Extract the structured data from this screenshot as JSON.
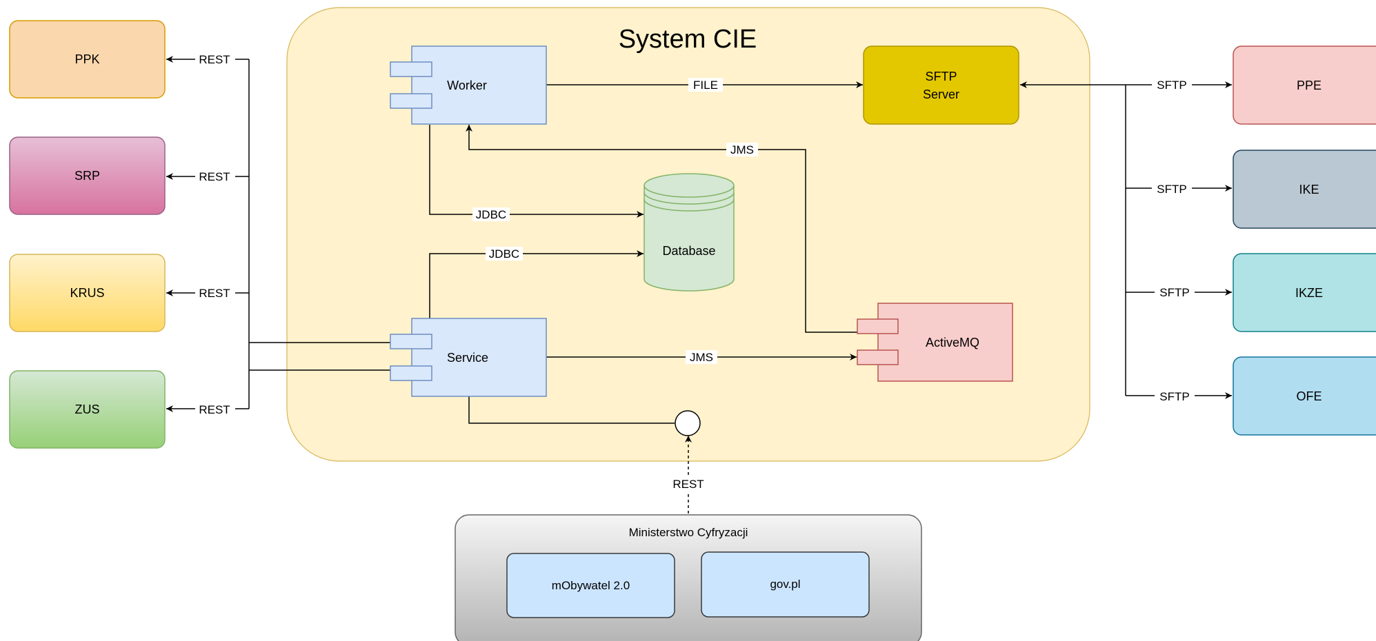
{
  "system": {
    "title": "System CIE"
  },
  "components": {
    "worker": "Worker",
    "service": "Service",
    "activemq": "ActiveMQ",
    "database": "Database",
    "sftp_line1": "SFTP",
    "sftp_line2": "Server"
  },
  "left_systems": [
    "PPK",
    "SRP",
    "KRUS",
    "ZUS"
  ],
  "right_systems": [
    "PPE",
    "IKE",
    "IKZE",
    "OFE"
  ],
  "ministry": {
    "title": "Ministerstwo Cyfryzacji",
    "apps": [
      "mObywatel 2.0",
      "gov.pl"
    ]
  },
  "edge_labels": {
    "file": "FILE",
    "jms_worker": "JMS",
    "jms_service": "JMS",
    "jdbc_worker": "JDBC",
    "jdbc_service": "JDBC",
    "rest_ppk": "REST",
    "rest_srp": "REST",
    "rest_krus": "REST",
    "rest_zus": "REST",
    "sftp_ppe": "SFTP",
    "sftp_ike": "SFTP",
    "sftp_ikze": "SFTP",
    "sftp_ofe": "SFTP",
    "rest_ministry": "REST"
  }
}
